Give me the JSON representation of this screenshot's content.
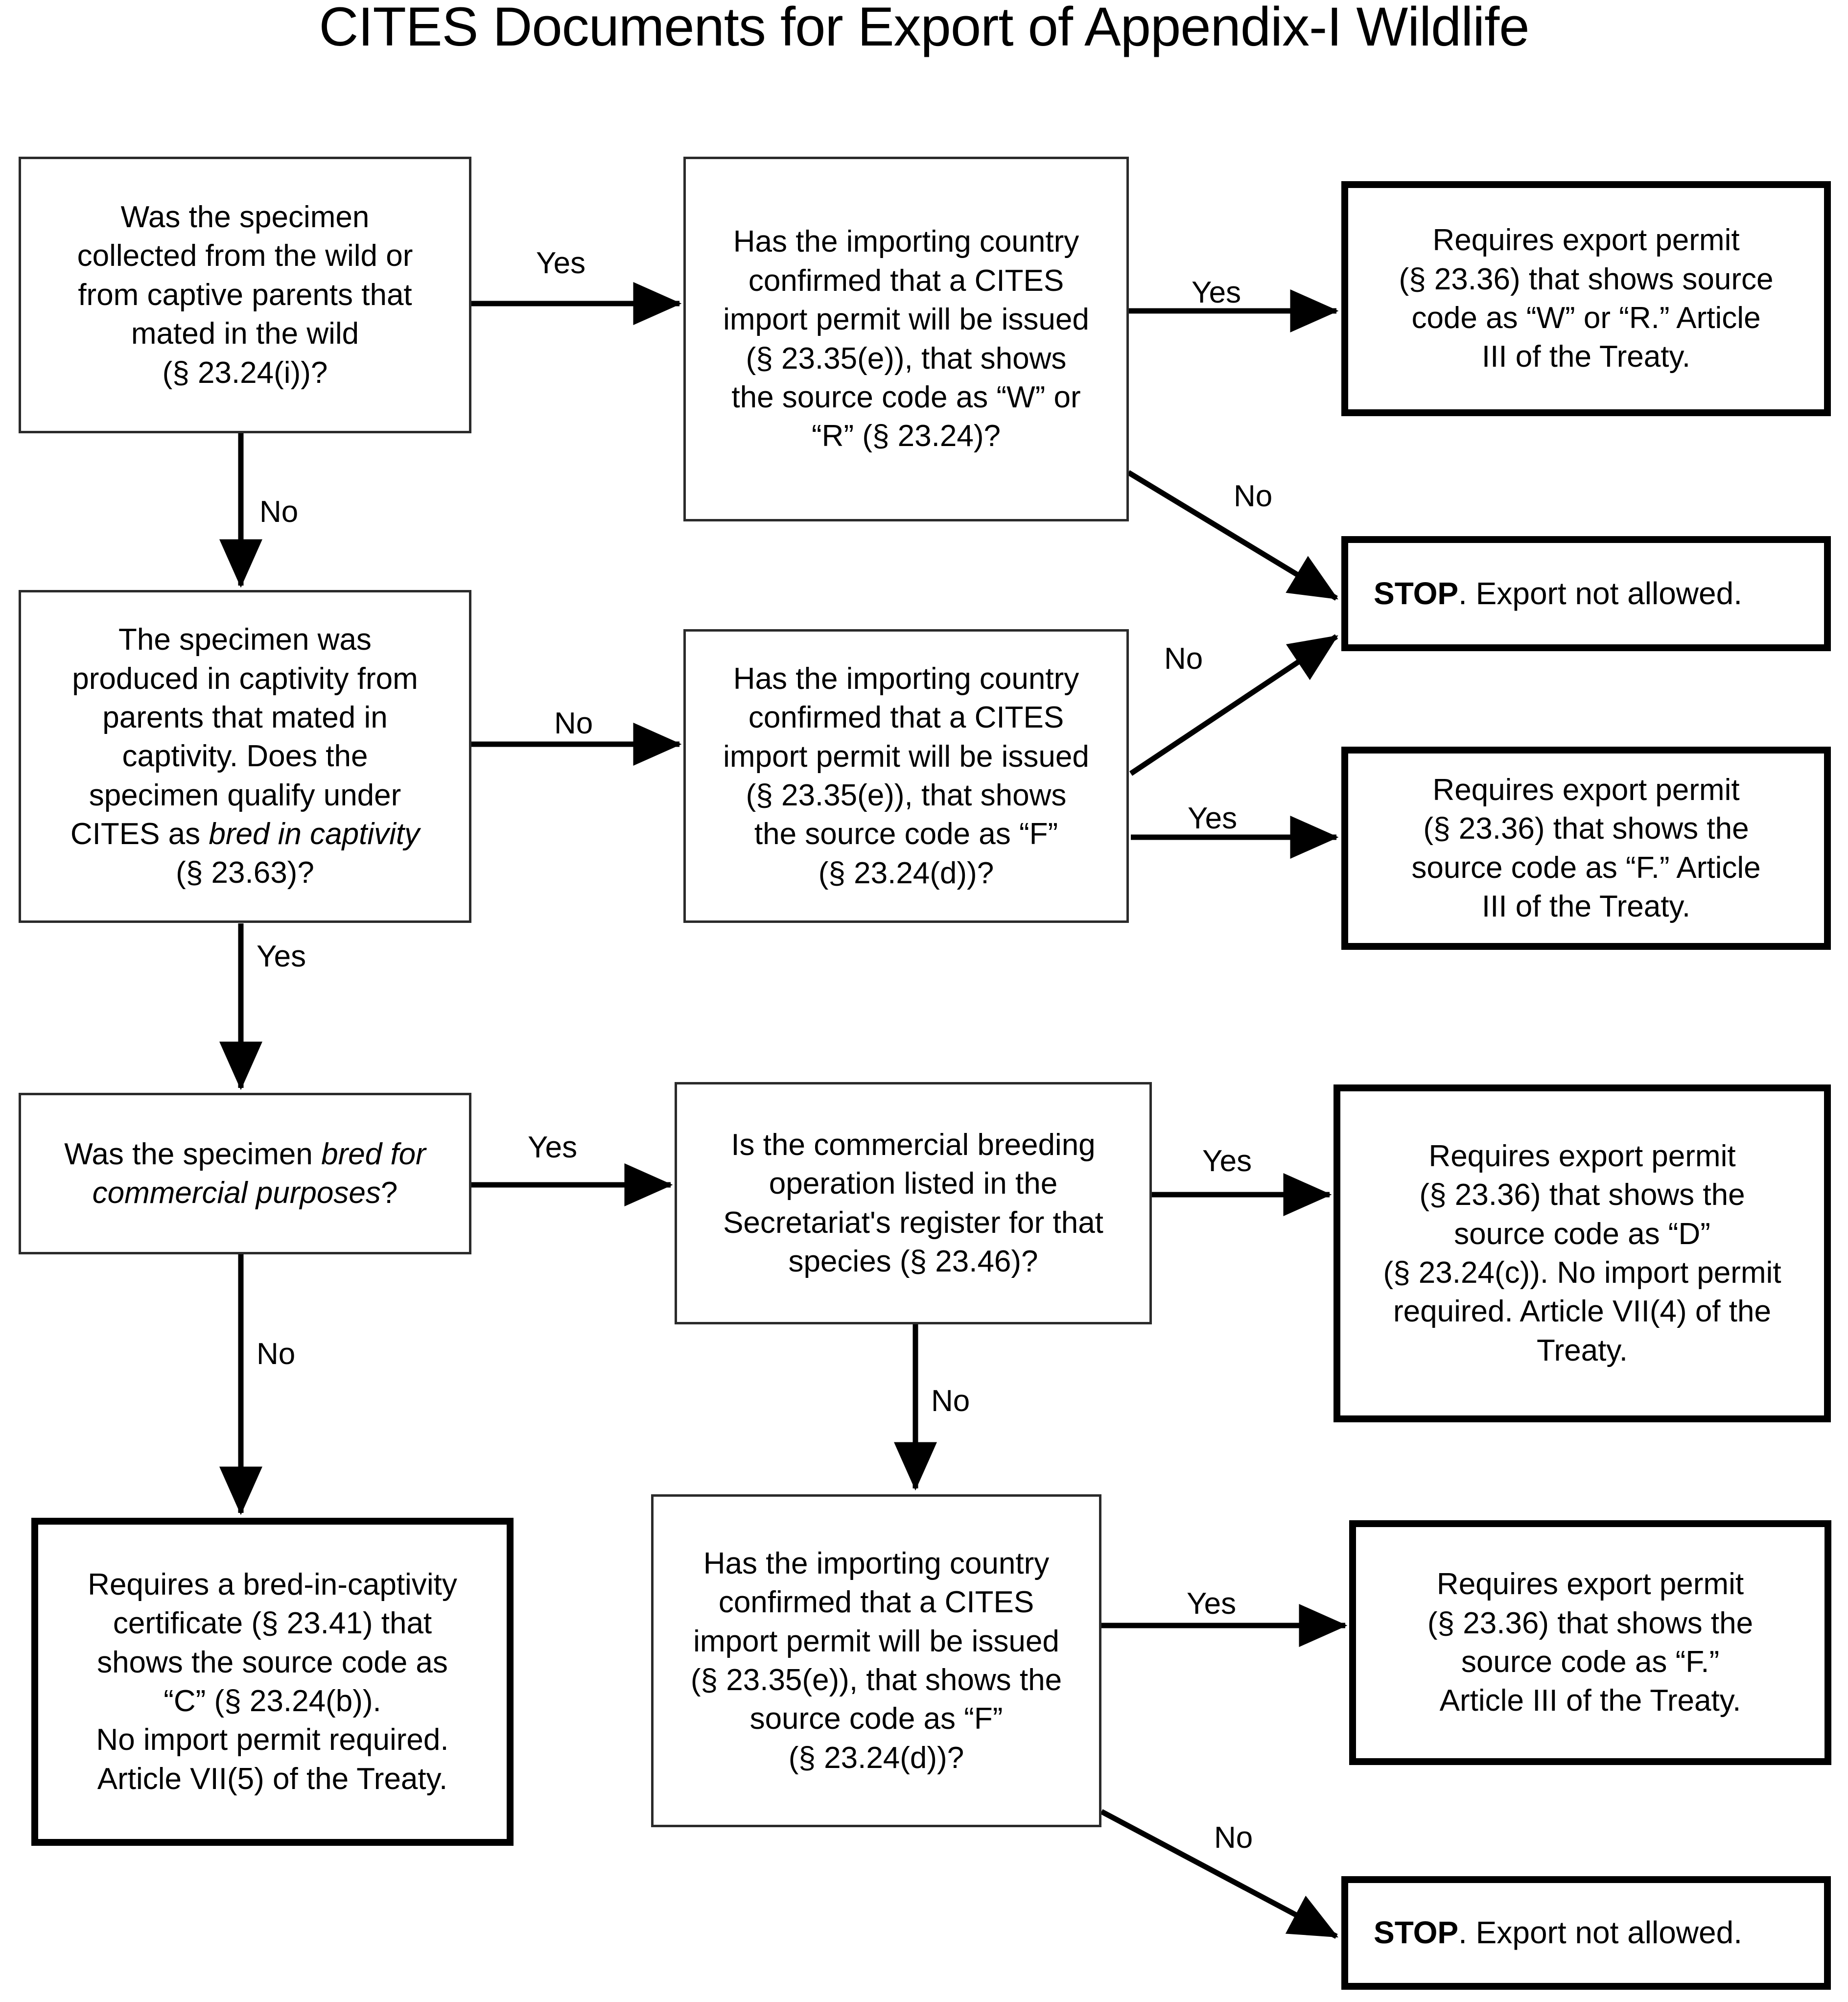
{
  "title": "CITES Documents for Export of Appendix-I Wildlife",
  "chart_data": {
    "type": "diagram",
    "diagram_kind": "decision-flowchart",
    "title": "CITES Documents for Export of Appendix-I Wildlife",
    "nodes": [
      {
        "id": "q1",
        "kind": "decision",
        "style": "thin",
        "text": "Was the specimen collected from the wild or from captive parents that mated in the wild (§ 23.24(i))?"
      },
      {
        "id": "q2",
        "kind": "decision",
        "style": "thin",
        "text": "Has the importing country confirmed that a CITES import permit will be issued (§ 23.35(e)), that shows the source code as “W” or “R” (§ 23.24)?"
      },
      {
        "id": "r1",
        "kind": "outcome",
        "style": "thick",
        "text": "Requires export permit (§ 23.36) that shows source code as “W” or “R.”  Article III of the Treaty."
      },
      {
        "id": "q3",
        "kind": "decision",
        "style": "thin",
        "text": "The specimen was produced in captivity from parents that mated in captivity.  Does the specimen qualify under CITES as bred in captivity (§ 23.63)?"
      },
      {
        "id": "q4",
        "kind": "decision",
        "style": "thin",
        "text": "Has the importing country confirmed that a CITES import permit will be issued (§ 23.35(e)), that shows the source code as “F” (§ 23.24(d))?"
      },
      {
        "id": "stop1",
        "kind": "outcome",
        "style": "thick",
        "text": "STOP.  Export not allowed."
      },
      {
        "id": "r2",
        "kind": "outcome",
        "style": "thick",
        "text": "Requires export permit (§ 23.36) that shows the source code as “F.”   Article III of the Treaty."
      },
      {
        "id": "q5",
        "kind": "decision",
        "style": "thin",
        "text": "Was the specimen bred for commercial purposes?"
      },
      {
        "id": "q6",
        "kind": "decision",
        "style": "thin",
        "text": "Is the commercial breeding operation listed in the Secretariat's register for that species (§ 23.46)?"
      },
      {
        "id": "r3",
        "kind": "outcome",
        "style": "thick",
        "text": "Requires export permit (§ 23.36) that shows the source code as “D” (§ 23.24(c)).  No import permit required.  Article VII(4) of the Treaty."
      },
      {
        "id": "r4",
        "kind": "outcome",
        "style": "thick",
        "text": "Requires a bred-in-captivity certificate (§ 23.41) that shows the source code as “C” (§ 23.24(b)). No import permit required. Article VII(5) of the Treaty."
      },
      {
        "id": "q7",
        "kind": "decision",
        "style": "thin",
        "text": "Has the importing country confirmed that a CITES import permit will be issued (§ 23.35(e)), that shows the source code as “F” (§ 23.24(d))?"
      },
      {
        "id": "r5",
        "kind": "outcome",
        "style": "thick",
        "text": "Requires export permit (§ 23.36) that shows the source code as “F.” Article III of the Treaty."
      },
      {
        "id": "stop2",
        "kind": "outcome",
        "style": "thick",
        "text": "STOP.  Export not allowed."
      }
    ],
    "edges": [
      {
        "from": "q1",
        "to": "q2",
        "label": "Yes"
      },
      {
        "from": "q1",
        "to": "q3",
        "label": "No"
      },
      {
        "from": "q2",
        "to": "r1",
        "label": "Yes"
      },
      {
        "from": "q2",
        "to": "stop1",
        "label": "No"
      },
      {
        "from": "q3",
        "to": "q4",
        "label": "No"
      },
      {
        "from": "q3",
        "to": "q5",
        "label": "Yes"
      },
      {
        "from": "q4",
        "to": "stop1",
        "label": "No"
      },
      {
        "from": "q4",
        "to": "r2",
        "label": "Yes"
      },
      {
        "from": "q5",
        "to": "q6",
        "label": "Yes"
      },
      {
        "from": "q5",
        "to": "r4",
        "label": "No"
      },
      {
        "from": "q6",
        "to": "r3",
        "label": "Yes"
      },
      {
        "from": "q6",
        "to": "q7",
        "label": "No"
      },
      {
        "from": "q7",
        "to": "r5",
        "label": "Yes"
      },
      {
        "from": "q7",
        "to": "stop2",
        "label": "No"
      }
    ]
  },
  "boxes": {
    "q1": {
      "l1": "Was the specimen",
      "l2": "collected from the wild or",
      "l3": "from captive parents that",
      "l4": "mated in the wild",
      "l5": "(§ 23.24(i))?"
    },
    "q2": {
      "l1": "Has the importing country",
      "l2": "confirmed that a CITES",
      "l3": "import permit will be issued",
      "l4": "(§ 23.35(e)), that shows",
      "l5": "the source code as “W” or",
      "l6": "“R” (§ 23.24)?"
    },
    "r1": {
      "l1": "Requires export permit",
      "l2": "(§ 23.36) that shows source",
      "l3": "code as “W” or “R.”  Article",
      "l4": "III of the Treaty."
    },
    "q3": {
      "l1": "The specimen was",
      "l2": "produced in captivity from",
      "l3": "parents that mated in",
      "l4": "captivity.  Does the",
      "l5": "specimen qualify under",
      "l6a": "CITES as ",
      "l6b": "bred in captivity",
      "l7": "(§ 23.63)?"
    },
    "q4": {
      "l1": "Has the importing country",
      "l2": "confirmed that a CITES",
      "l3": "import permit will be issued",
      "l4": "(§ 23.35(e)), that shows",
      "l5": "the source code as “F”",
      "l6": "(§ 23.24(d))?"
    },
    "stop1": {
      "bold": "STOP",
      "rest": ".  Export not allowed."
    },
    "r2": {
      "l1": "Requires export permit",
      "l2": "(§ 23.36) that shows the",
      "l3": "source code as “F.”   Article",
      "l4": "III of the Treaty."
    },
    "q5": {
      "l1a": "Was the specimen ",
      "l1b": "bred for",
      "l2b": "commercial purposes",
      "l2c": "?"
    },
    "q6": {
      "l1": "Is the commercial breeding",
      "l2": "operation listed in the",
      "l3": "Secretariat's register for that",
      "l4": "species (§ 23.46)?"
    },
    "r3": {
      "l1": "Requires export permit",
      "l2": "(§ 23.36) that shows the",
      "l3": "source code as “D”",
      "l4": "(§ 23.24(c)).  No import permit",
      "l5": "required.  Article VII(4) of the",
      "l6": "Treaty."
    },
    "r4": {
      "l1": "Requires a bred-in-captivity",
      "l2": "certificate (§ 23.41) that",
      "l3": "shows the source code as",
      "l4": "“C” (§ 23.24(b)).",
      "l5": "No import permit required.",
      "l6": "Article VII(5) of the Treaty."
    },
    "q7": {
      "l1": "Has the importing country",
      "l2": "confirmed that a CITES",
      "l3": "import permit will be issued",
      "l4": "(§ 23.35(e)), that shows the",
      "l5": "source code as “F”",
      "l6": "(§ 23.24(d))?"
    },
    "r5": {
      "l1": "Requires export permit",
      "l2": "(§ 23.36) that shows the",
      "l3": "source code as “F.”",
      "l4": "Article III of the Treaty."
    },
    "stop2": {
      "bold": "STOP",
      "rest": ".  Export not allowed."
    }
  },
  "edge_labels": {
    "q1_yes": "Yes",
    "q1_no": "No",
    "q2_yes": "Yes",
    "q2_no": "No",
    "q3_no": "No",
    "q3_yes": "Yes",
    "q4_no": "No",
    "q4_yes": "Yes",
    "q5_yes": "Yes",
    "q5_no": "No",
    "q6_yes": "Yes",
    "q6_no": "No",
    "q7_yes": "Yes",
    "q7_no": "No"
  },
  "colors": {
    "ink": "#000000",
    "thin_border": "#2b2b2b",
    "background": "#ffffff"
  }
}
